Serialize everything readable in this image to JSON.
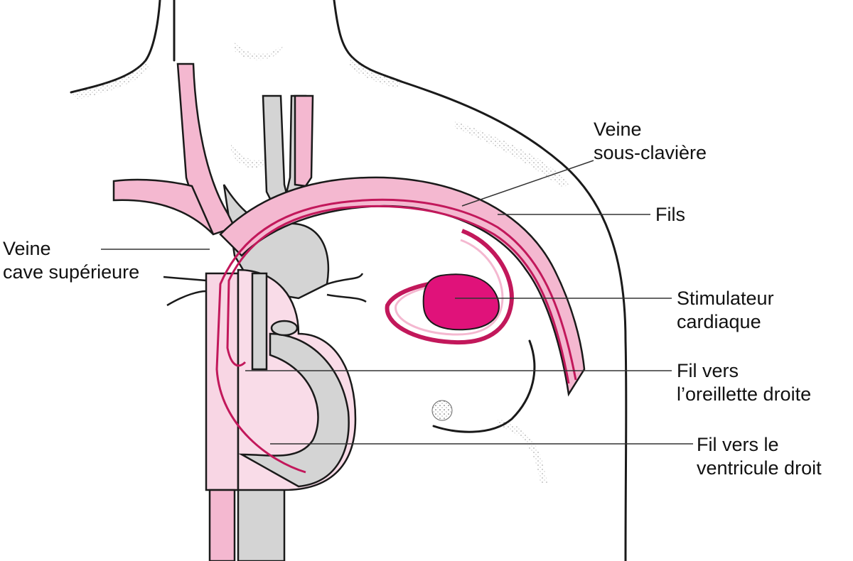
{
  "labels": {
    "subclavian": {
      "line1": "Veine",
      "line2": "sous-clavière"
    },
    "wires": {
      "line1": "Fils"
    },
    "svc": {
      "line1": "Veine",
      "line2": "cave supérieure"
    },
    "pacemaker": {
      "line1": "Stimulateur",
      "line2": "cardiaque"
    },
    "atrium_lead": {
      "line1": "Fil vers",
      "line2": "l’oreillette droite"
    },
    "ventricle_lead": {
      "line1": "Fil vers le",
      "line2": "ventricule droit"
    }
  },
  "colors": {
    "vessel_pink": "#f4b8d0",
    "vessel_light": "#f8d6e4",
    "heart_fill": "#f9dce8",
    "artery_gray": "#d4d4d4",
    "wire_magenta": "#c2185b",
    "pacemaker_fill": "#e0127a",
    "outline": "#1a1a1a"
  }
}
